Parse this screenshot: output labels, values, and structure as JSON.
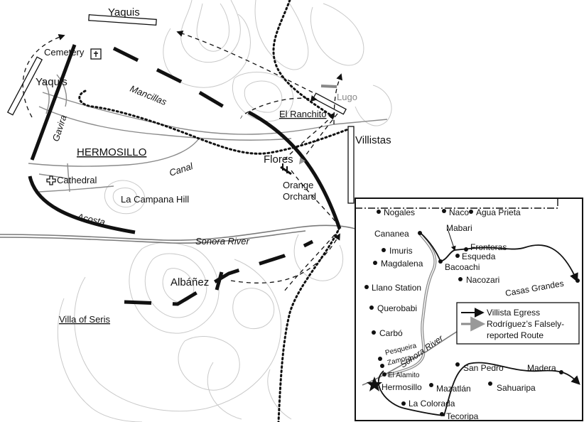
{
  "main_map": {
    "units": {
      "yaquis_top": "Yaquis",
      "yaquis_left": "Yaquis",
      "mancillas": "Mancillas",
      "gavira": "Gavira",
      "acosta": "Acosta",
      "albanez": "Albáñez",
      "villistas": "Villistas",
      "flores": "Flores",
      "lugo": "Lugo"
    },
    "places": {
      "cemetery": "Cemetery",
      "hermosillo": "HERMOSILLO",
      "cathedral": "Cathedral",
      "la_campana_hill": "La Campana Hill",
      "canal": "Canal",
      "el_ranchito": "El Ranchito",
      "orange_orchard_1": "Orange",
      "orange_orchard_2": "Orchard",
      "sonora_river": "Sonora River",
      "villa_of_seris": "Villa of Seris"
    }
  },
  "inset_map": {
    "towns": [
      "Nogales",
      "Naco",
      "Agua Prieta",
      "Mabari",
      "Cananea",
      "Fronteras",
      "Esqueda",
      "Imuris",
      "Magdalena",
      "Bacoachi",
      "Nacozari",
      "Casas Grandes",
      "Llano Station",
      "Querobabi",
      "Carbó",
      "Pesqueira",
      "Zamora",
      "El Alamito",
      "Hermosillo",
      "San Pedro",
      "Madera",
      "Mazatlán",
      "Sahuaripa",
      "La Colorada",
      "Tecoripa"
    ],
    "river_label": "Sonora River",
    "legend": {
      "villista_egress": "Villista Egress",
      "rodriguez_route_line1": "Rodríguez’s Falsely-",
      "rodriguez_route_line2": "reported Route"
    },
    "colors": {
      "villista_egress": "#111111",
      "rodriguez_route": "#8c8c8c"
    }
  }
}
